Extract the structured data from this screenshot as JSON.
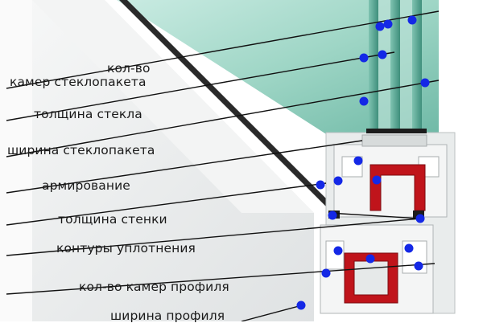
{
  "labels": [
    {
      "id": "chambers_line1",
      "text": "кол-во"
    },
    {
      "id": "chambers_line2",
      "text": "камер стеклопакета"
    },
    {
      "id": "glass_thickness",
      "text": "толщина стекла"
    },
    {
      "id": "glazing_width",
      "text": "ширина стеклопакета"
    },
    {
      "id": "reinforcement",
      "text": "армирование"
    },
    {
      "id": "wall_thickness",
      "text": "толщина стенки"
    },
    {
      "id": "seal_contours",
      "text": "контуры уплотнения"
    },
    {
      "id": "profile_chambers",
      "text": "кол-во камер профиля"
    },
    {
      "id": "profile_width",
      "text": "ширина профиля"
    }
  ],
  "colors": {
    "glass": "#a9d8cc",
    "glass_edge": "#2f6f64",
    "profile": "#eef0f0",
    "reinforcement": "#c0141b",
    "marker": "#1428e6",
    "leader": "#111111"
  }
}
